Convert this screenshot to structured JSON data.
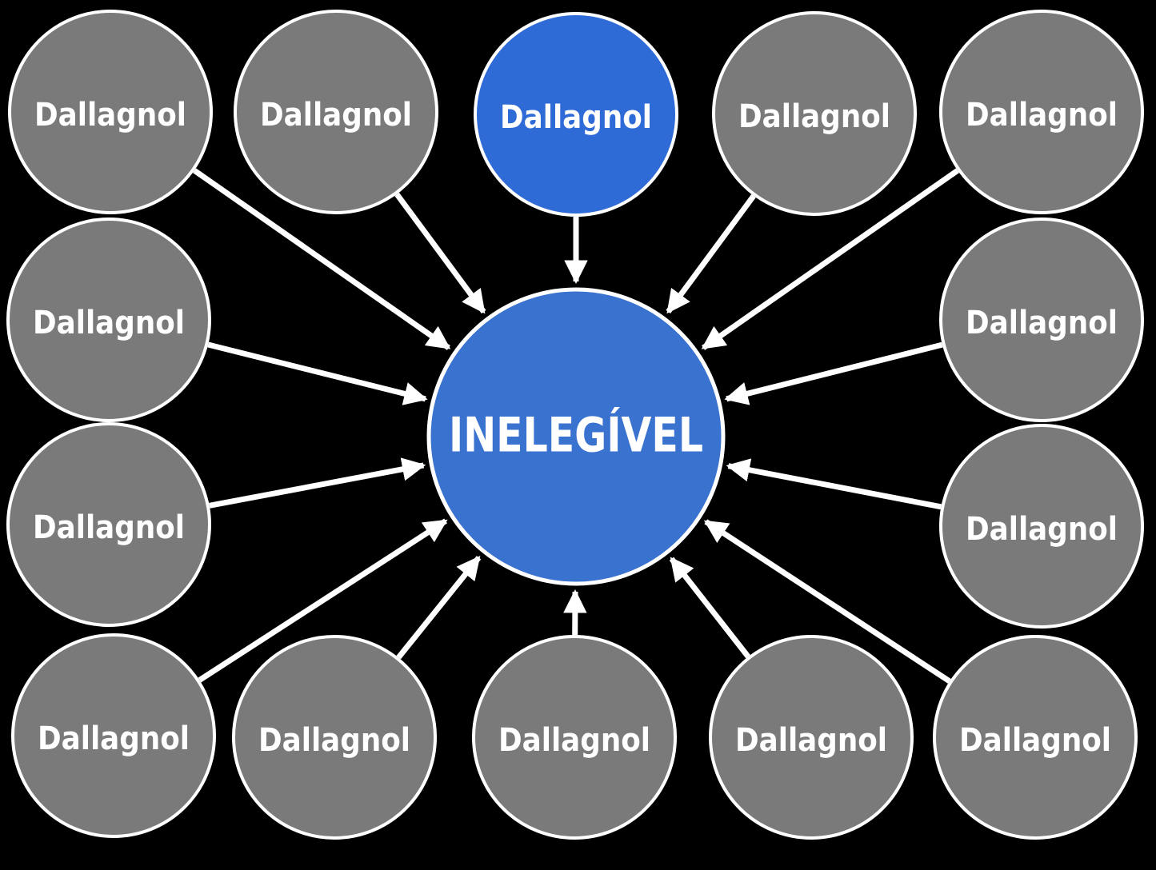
{
  "colors": {
    "background": "#000000",
    "outer_fill": "#7a7a7a",
    "highlight_fill": "#2f6bd6",
    "center_fill": "#3a72cf",
    "stroke": "#ffffff",
    "arrow": "#ffffff",
    "text": "#ffffff"
  },
  "center": {
    "label": "INELEGÍVEL"
  },
  "nodes": [
    {
      "label": "Dallagnol",
      "style": "gray"
    },
    {
      "label": "Dallagnol",
      "style": "gray"
    },
    {
      "label": "Dallagnol",
      "style": "blue"
    },
    {
      "label": "Dallagnol",
      "style": "gray"
    },
    {
      "label": "Dallagnol",
      "style": "gray"
    },
    {
      "label": "Dallagnol",
      "style": "gray"
    },
    {
      "label": "Dallagnol",
      "style": "gray"
    },
    {
      "label": "Dallagnol",
      "style": "gray"
    },
    {
      "label": "Dallagnol",
      "style": "gray"
    },
    {
      "label": "Dallagnol",
      "style": "gray"
    },
    {
      "label": "Dallagnol",
      "style": "gray"
    },
    {
      "label": "Dallagnol",
      "style": "gray"
    },
    {
      "label": "Dallagnol",
      "style": "gray"
    },
    {
      "label": "Dallagnol",
      "style": "gray"
    }
  ]
}
